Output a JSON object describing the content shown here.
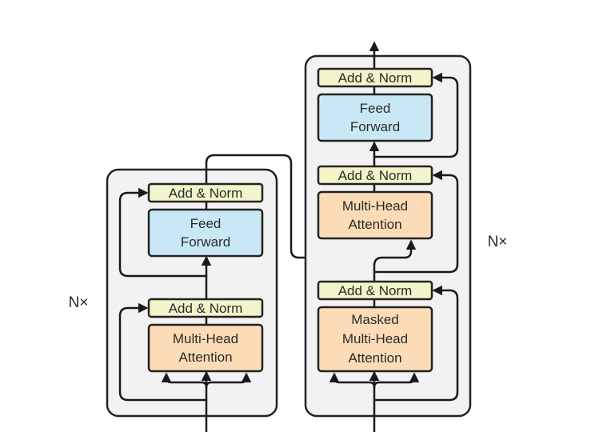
{
  "encoder": {
    "repeat_label": "N×",
    "add_norm_top": "Add & Norm",
    "feed_forward": [
      "Feed",
      "Forward"
    ],
    "add_norm_bottom": "Add & Norm",
    "attention": [
      "Multi-Head",
      "Attention"
    ]
  },
  "decoder": {
    "repeat_label": "N×",
    "add_norm_top": "Add & Norm",
    "feed_forward": [
      "Feed",
      "Forward"
    ],
    "add_norm_middle": "Add & Norm",
    "cross_attention": [
      "Multi-Head",
      "Attention"
    ],
    "add_norm_bottom": "Add & Norm",
    "masked_attention": [
      "Masked",
      "Multi-Head",
      "Attention"
    ]
  }
}
